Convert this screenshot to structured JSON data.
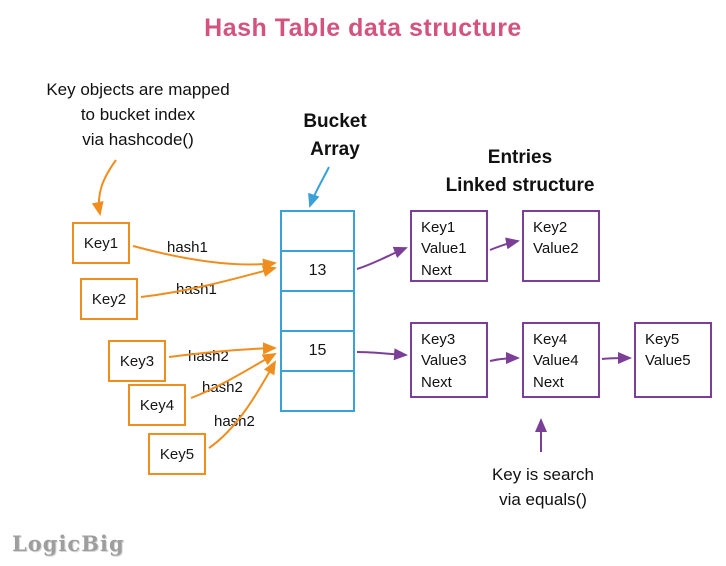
{
  "title": "Hash Table data structure",
  "notes": {
    "hashcode": "Key objects are mapped\nto bucket index\nvia hashcode()",
    "equals": "Key is search\nvia equals()"
  },
  "labels": {
    "bucket_array": "Bucket\nArray",
    "entries": "Entries\nLinked  structure"
  },
  "keys": [
    "Key1",
    "Key2",
    "Key3",
    "Key4",
    "Key5"
  ],
  "hash_labels": [
    "hash1",
    "hash1",
    "hash2",
    "hash2",
    "hash2"
  ],
  "bucket": {
    "cells": [
      "",
      "13",
      "",
      "15",
      ""
    ]
  },
  "entries": {
    "e1": "Key1\nValue1\nNext",
    "e2": "Key2\nValue2",
    "e3": "Key3\nValue3\nNext",
    "e4": "Key4\nValue4\nNext",
    "e5": "Key5\nValue5"
  },
  "logo": "LogicBig",
  "colors": {
    "title_pink": "#d4537e",
    "key_orange": "#ef8e1e",
    "bucket_blue": "#3aa0d8",
    "entry_purple": "#7b3f98",
    "text_black": "#111111",
    "logo_gray": "#9e9e9e"
  }
}
